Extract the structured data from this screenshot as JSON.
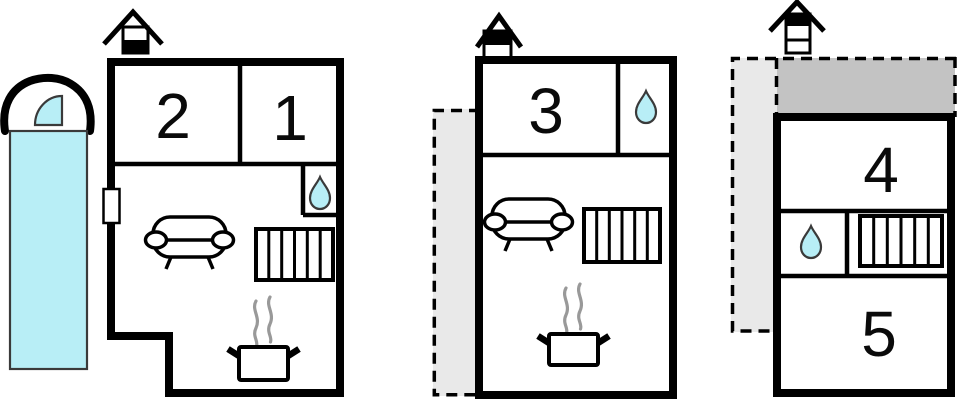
{
  "colors": {
    "background": "#ffffff",
    "wall": "#000000",
    "water": "#b8eef6",
    "annex_light": "#e9e9e9",
    "annex_dark": "#c3c3c3",
    "steam": "#999999"
  },
  "tower": {
    "name": "tower",
    "window_icon": "fan-window-icon"
  },
  "plans": [
    {
      "name": "floor-plan-1",
      "rooms": [
        {
          "label": "2"
        },
        {
          "label": "1"
        }
      ],
      "icons": [
        "chimney-icon",
        "water-drop-icon",
        "sofa-icon",
        "radiator-icon",
        "cooking-pot-icon",
        "door-icon"
      ]
    },
    {
      "name": "floor-plan-2",
      "rooms": [
        {
          "label": "3"
        }
      ],
      "icons": [
        "chimney-icon",
        "water-drop-icon",
        "sofa-icon",
        "radiator-icon",
        "cooking-pot-icon"
      ],
      "annex": "dashed-annex-area"
    },
    {
      "name": "floor-plan-3",
      "rooms": [
        {
          "label": "4"
        },
        {
          "label": "5"
        }
      ],
      "icons": [
        "chimney-icon",
        "water-drop-icon",
        "radiator-icon"
      ],
      "annex": "dashed-annex-area"
    }
  ]
}
